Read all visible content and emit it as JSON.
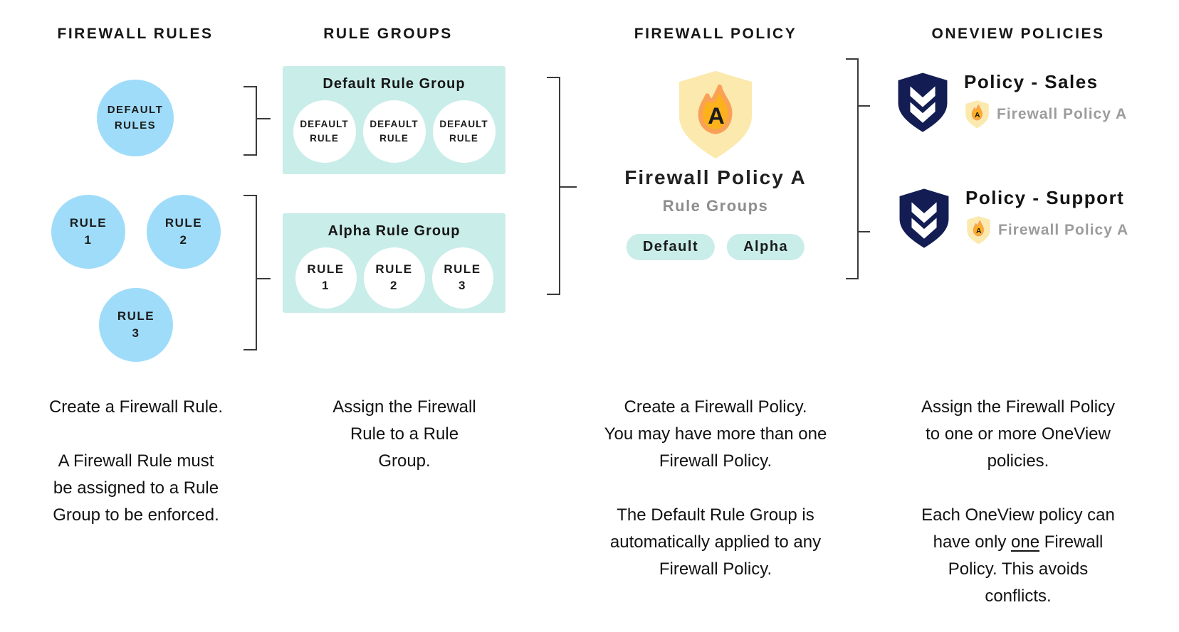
{
  "col1": {
    "header": "FIREWALL RULES",
    "circle_default": "DEFAULT\nRULES",
    "circle_rule1": "RULE\n1",
    "circle_rule2": "RULE\n2",
    "circle_rule3": "RULE\n3",
    "caption": "Create a Firewall Rule.\n\nA Firewall Rule must\nbe assigned to a Rule\nGroup to be enforced."
  },
  "col2": {
    "header": "RULE GROUPS",
    "default_group": {
      "title": "Default Rule Group",
      "circles": [
        "DEFAULT\nRULE",
        "DEFAULT\nRULE",
        "DEFAULT\nRULE"
      ]
    },
    "alpha_group": {
      "title": "Alpha Rule Group",
      "circles": [
        "RULE\n1",
        "RULE\n2",
        "RULE\n3"
      ]
    },
    "caption": "Assign the Firewall\nRule to a Rule\nGroup."
  },
  "col3": {
    "header": "FIREWALL POLICY",
    "shield_letter": "A",
    "title": "Firewall Policy A",
    "subtitle": "Rule Groups",
    "pills": [
      "Default",
      "Alpha"
    ],
    "caption": "Create a Firewall Policy.\nYou may have more than one\nFirewall Policy.\n\nThe Default Rule Group is\nautomatically applied to any\nFirewall Policy."
  },
  "col4": {
    "header": "ONEVIEW POLICIES",
    "policies": [
      {
        "title": "Policy - Sales",
        "shield_letter": "A",
        "linked_policy": "Firewall Policy A"
      },
      {
        "title": "Policy - Support",
        "shield_letter": "A",
        "linked_policy": "Firewall Policy A"
      }
    ],
    "caption_part1": "Assign the Firewall Policy\nto one or more OneView\npolicies.\n\n",
    "caption_part2a": "Each OneView policy can\nhave only ",
    "caption_underlined": "one",
    "caption_part2b": " Firewall\nPolicy. This avoids\nconflicts."
  },
  "colors": {
    "rule_circle_blue": "#9FDCFA",
    "group_teal": "#C9EDE9",
    "policy_shield_yellow": "#FBE9AE",
    "flame_outline_orange": "#F9A156",
    "flame_fill_amber": "#FCB11D",
    "oneview_navy": "#131D53",
    "muted_gray_text": "#8E8E8E"
  }
}
